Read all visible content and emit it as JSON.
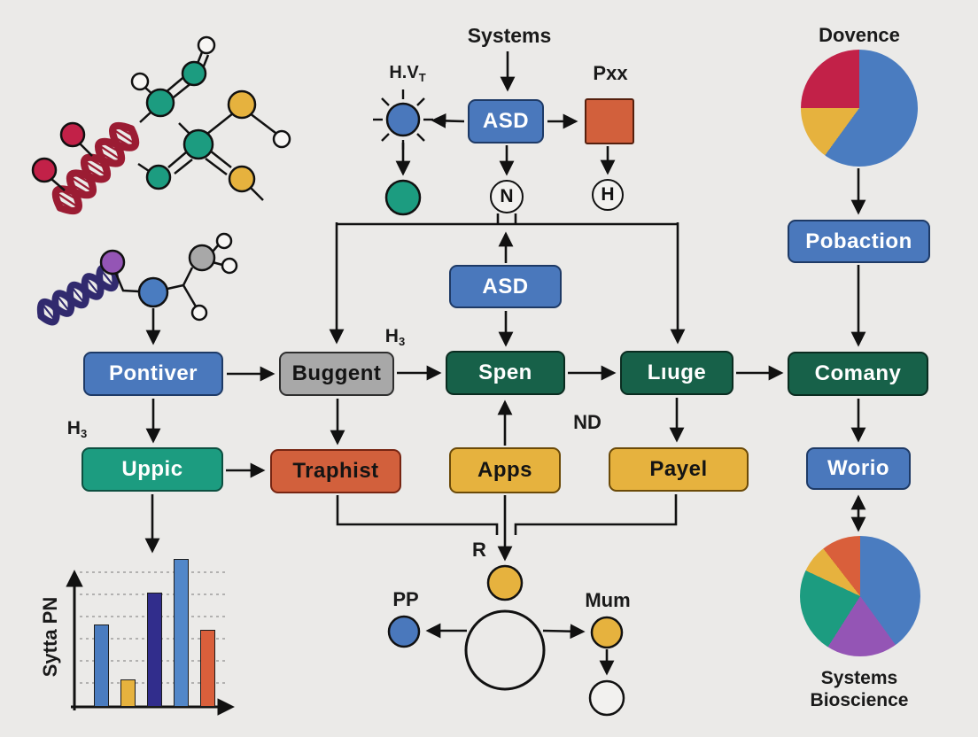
{
  "labels": {
    "systems": "Systems",
    "hv": {
      "base": "H.V",
      "sub": "T"
    },
    "pxx": "Pxx",
    "n": "N",
    "h": "H",
    "h3_mid": {
      "base": "H",
      "sub": "3"
    },
    "h3_left": {
      "base": "H",
      "sub": "3"
    },
    "nd": "ND",
    "r": "R",
    "pp": "PP",
    "mum": "Mum"
  },
  "boxes": {
    "asd_top": "ASD",
    "asd_mid": "ASD",
    "pontiver": "Pontiver",
    "buggent": "Buggent",
    "spen": "Spen",
    "luge": "Lıuge",
    "comany": "Comany",
    "pobaction": "Pobaction",
    "uppic": "Uppic",
    "traphist": "Traphist",
    "apps": "Apps",
    "payel": "Payel",
    "worio": "Worio"
  },
  "palette": {
    "background": "#ebeae8",
    "blue": "#4a78bc",
    "dark_green": "#176149",
    "teal": "#1c9c80",
    "yellow": "#e6b23e",
    "orange": "#d2603c",
    "crimson": "#c22148",
    "purple": "#9455b5",
    "navy": "#312d8c",
    "gray": "#a8a8a8",
    "ink": "#111111"
  },
  "chart_data": [
    {
      "type": "bar",
      "title": "",
      "xlabel": "",
      "ylabel": "Sytta PN",
      "categories": [
        "",
        "",
        "",
        "",
        ""
      ],
      "values": [
        61,
        20,
        84,
        109,
        57
      ],
      "colors": [
        "#4a7cc0",
        "#e6b23e",
        "#312d8c",
        "#5287c9",
        "#d95f3b"
      ],
      "ylim": [
        0,
        100
      ],
      "grid": true,
      "legend": false
    },
    {
      "type": "pie",
      "title": "Dovence",
      "slices": [
        {
          "label": "blue",
          "value": 60,
          "color": "#4a7cc0"
        },
        {
          "label": "yellow",
          "value": 15,
          "color": "#e6b23e"
        },
        {
          "label": "crimson",
          "value": 25,
          "color": "#c22148"
        }
      ]
    },
    {
      "type": "pie",
      "title": "Systems Bioscience",
      "slices": [
        {
          "label": "blue",
          "value": 40,
          "color": "#4a7cc0"
        },
        {
          "label": "purple",
          "value": 19,
          "color": "#9455b5"
        },
        {
          "label": "teal",
          "value": 23,
          "color": "#1c9c80"
        },
        {
          "label": "yellow",
          "value": 7.5,
          "color": "#e6b23e"
        },
        {
          "label": "orange",
          "value": 10.5,
          "color": "#d95f3b"
        }
      ]
    }
  ]
}
